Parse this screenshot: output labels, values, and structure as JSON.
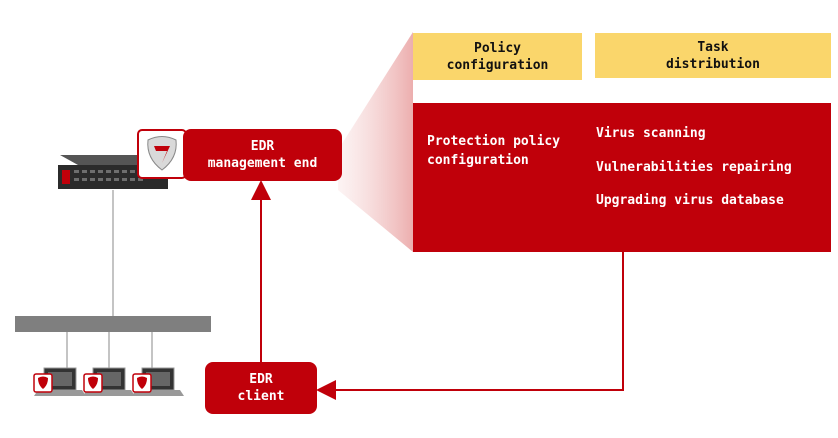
{
  "header_cards": {
    "policy": "Policy\nconfiguration",
    "task": "Task\ndistribution"
  },
  "panel": {
    "left_text": "Protection policy\nconfiguration",
    "tasks": [
      "Virus scanning",
      "Vulnerabilities repairing",
      "Upgrading virus database"
    ]
  },
  "management": {
    "label": "EDR\nmanagement end"
  },
  "client": {
    "label": "EDR\nclient"
  },
  "colors": {
    "accent_red": "#c0000a",
    "header_yellow": "#fad66b",
    "bus_gray": "#7f7f7f"
  }
}
